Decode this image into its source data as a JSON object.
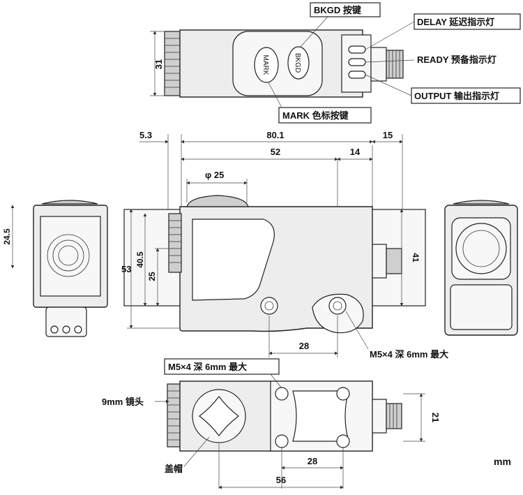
{
  "labels": {
    "bkgd": "BKGD 按键",
    "delay": "DELAY 延迟指示灯",
    "ready": "READY 预备指示灯",
    "output": "OUTPUT 输出指示灯",
    "mark_key": "MARK 色标按键",
    "m5_side": "M5×4 深 6mm 最大",
    "m5_bottom": "M5×4 深 6mm 最大",
    "lens": "9mm 镜头",
    "cap": "盖帽",
    "unit": "mm",
    "btn_mark": "MARK",
    "btn_bkgd": "BKGD"
  },
  "dims": {
    "d31": "31",
    "d5_3": "5.3",
    "d80_1": "80.1",
    "d15": "15",
    "d52": "52",
    "d14": "14",
    "phi25": "φ 25",
    "d24_5": "24.5",
    "d53": "53",
    "d40_5": "40.5",
    "d25": "25",
    "d41": "41",
    "d28_side": "28",
    "d21": "21",
    "d28_bottom": "28",
    "d56": "56"
  }
}
